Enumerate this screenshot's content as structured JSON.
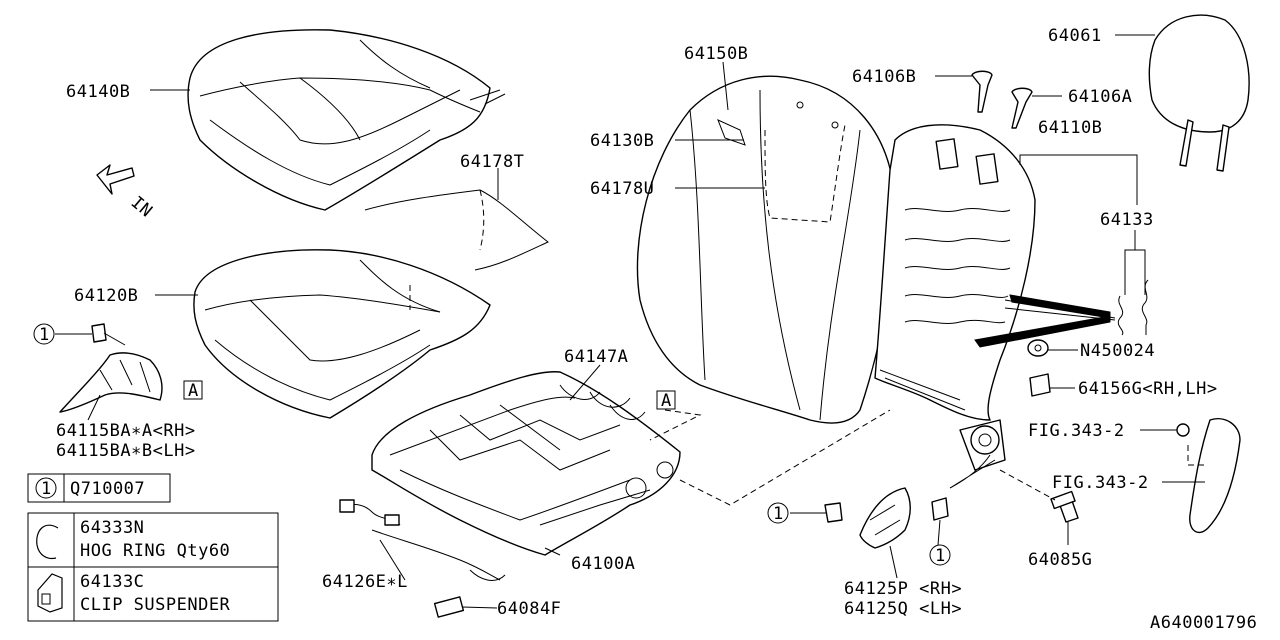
{
  "diagram_id": "A640001796",
  "direction_arrow": "IN",
  "callout_marker": "1",
  "area_ref": "A",
  "labels": {
    "p64140B": "64140B",
    "p64120B": "64120B",
    "p64178T": "64178T",
    "p64147A": "64147A",
    "p64115a": "64115BA∗A<RH>",
    "p64115b": "64115BA∗B<LH>",
    "p64126": "64126E∗L",
    "p64084F": "64084F",
    "p64100A": "64100A",
    "p64150B": "64150B",
    "p64130B": "64130B",
    "p64178U": "64178U",
    "p64106B": "64106B",
    "p64106A": "64106A",
    "p64061": "64061",
    "p64110B": "64110B",
    "p64133": "64133",
    "pN450024": "N450024",
    "p64156G": "64156G<RH,LH>",
    "fig1": "FIG.343-2",
    "fig2": "FIG.343-2",
    "p64085G": "64085G",
    "p64125P": "64125P <RH>",
    "p64125Q": "64125Q <LH>"
  },
  "legend": {
    "callout_part": "Q710007",
    "hog_ring_no": "64333N",
    "hog_ring_desc": "HOG RING Qty60",
    "clip_no": "64133C",
    "clip_desc": "CLIP SUSPENDER"
  }
}
